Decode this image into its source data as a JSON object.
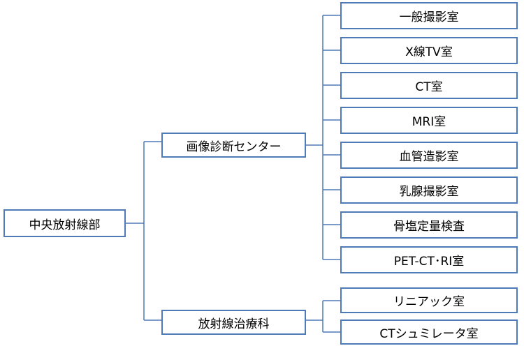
{
  "root": {
    "label": "中央放射線部"
  },
  "departments": [
    {
      "label": "画像診断センター",
      "rooms": [
        "一般撮影室",
        "X線TV室",
        "CT室",
        "MRI室",
        "血管造影室",
        "乳腺撮影室",
        "骨塩定量検査",
        "PET-CT･RI室"
      ]
    },
    {
      "label": "放射線治療科",
      "rooms": [
        "リニアック室",
        "CTシュミレータ室"
      ]
    }
  ]
}
